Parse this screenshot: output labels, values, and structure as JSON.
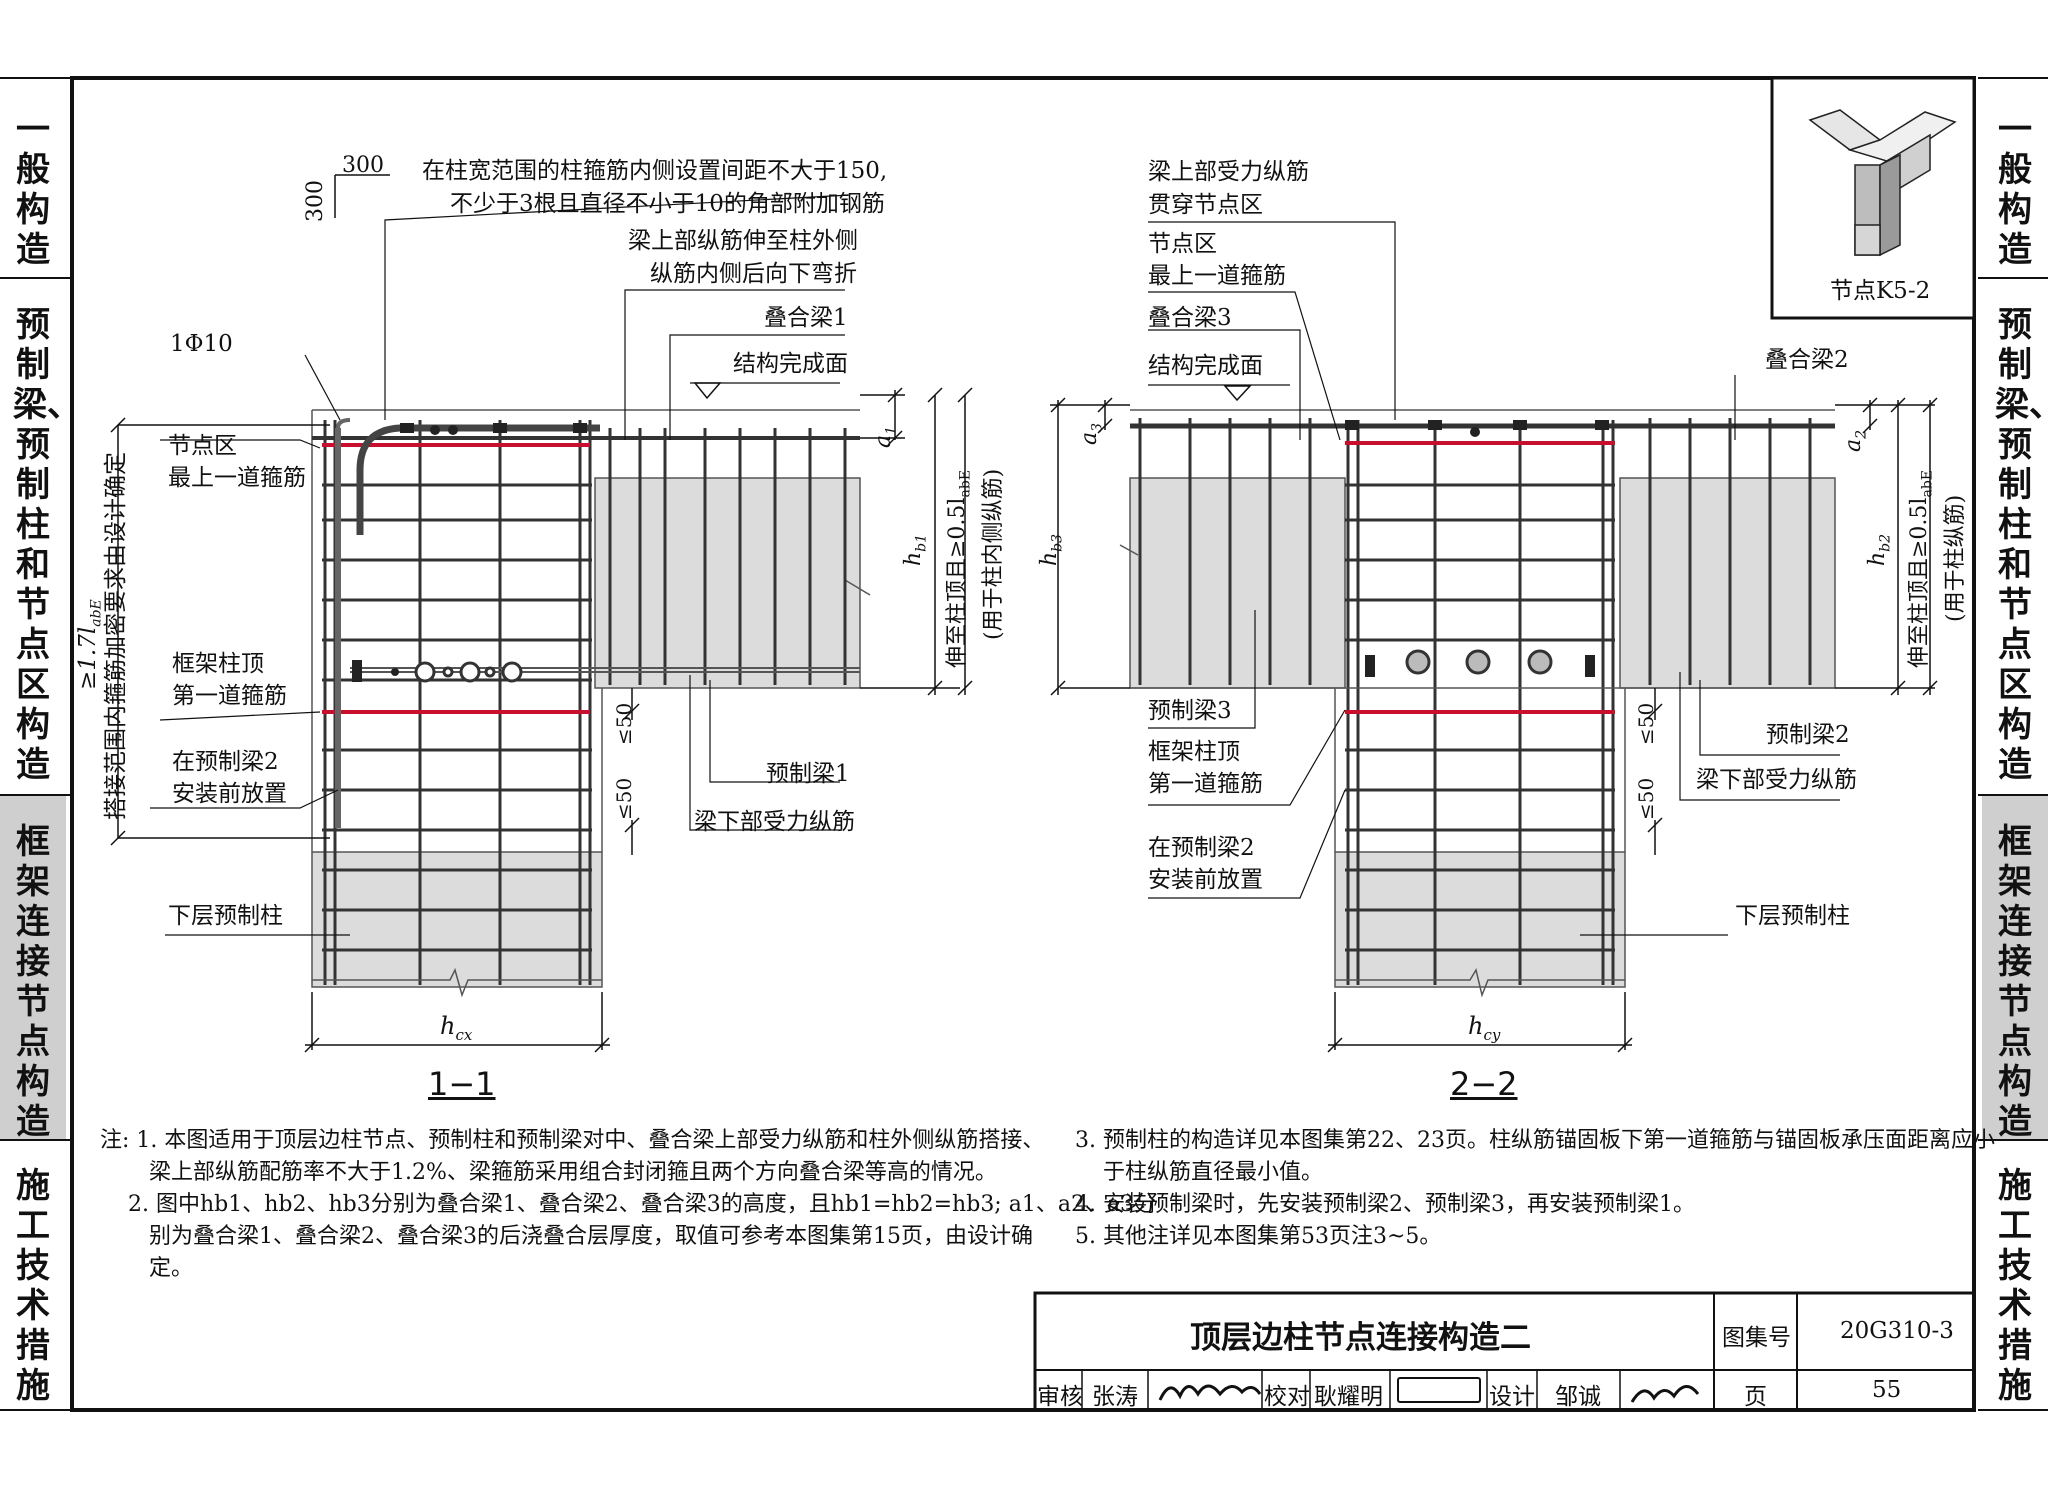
{
  "side_tabs_left": [
    {
      "label": "一般构造",
      "active": false
    },
    {
      "label": "预制梁、预制柱和节点区构造",
      "active": false
    },
    {
      "label": "框架连接节点构造",
      "active": true
    },
    {
      "label": "施工技术措施",
      "active": false
    }
  ],
  "side_tabs_right": [
    {
      "label": "一般构造",
      "active": false
    },
    {
      "label": "预制梁、预制柱和节点区构造",
      "active": false
    },
    {
      "label": "框架连接节点构造",
      "active": true
    },
    {
      "label": "施工技术措施",
      "active": false
    }
  ],
  "node_thumbnail": {
    "label": "节点K5-2"
  },
  "section1": {
    "title": "1−1",
    "dim_300_h": "300",
    "dim_300_v": "300",
    "note_corner_bars_1": "在柱宽范围的柱箍筋内侧设置间距不大于150,",
    "note_corner_bars_2": "不少于3根且直径不小于10的角部附加钢筋",
    "note_top_bars_1": "梁上部纵筋伸至柱外侧",
    "note_top_bars_2": "纵筋内侧后向下弯折",
    "composite_beam": "叠合梁1",
    "finish_surface": "结构完成面",
    "phi10": "1Φ10",
    "node_top_stirrup_1": "节点区",
    "node_top_stirrup_2": "最上一道箍筋",
    "lap_range": "搭接范围内箍筋加密要求由设计确定",
    "lap_length": "≥1.7l",
    "lap_length_sub": "abE",
    "col_top_stirrup_1": "框架柱顶",
    "col_top_stirrup_2": "第一道箍筋",
    "before_install_1": "在预制梁2",
    "before_install_2": "安装前放置",
    "lower_column": "下层预制柱",
    "precast_beam": "预制梁1",
    "bottom_bars": "梁下部受力纵筋",
    "a_label": "a",
    "a_sub": "1",
    "h_label": "h",
    "h_sub": "b1",
    "extend_1": "伸至柱顶且≥0.5l",
    "extend_sub": "abE",
    "extend_2": "(用于柱内侧纵筋)",
    "le50_a": "≤50",
    "le50_b": "≤50",
    "hc_label": "h",
    "hc_sub": "cx"
  },
  "section2": {
    "title": "2−2",
    "through_bars_1": "梁上部受力纵筋",
    "through_bars_2": "贯穿节点区",
    "node_top_stirrup_1": "节点区",
    "node_top_stirrup_2": "最上一道箍筋",
    "composite_beam3": "叠合梁3",
    "finish_surface": "结构完成面",
    "composite_beam2": "叠合梁2",
    "a3_label": "a",
    "a3_sub": "3",
    "a2_label": "a",
    "a2_sub": "2",
    "hb3_label": "h",
    "hb3_sub": "b3",
    "hb2_label": "h",
    "hb2_sub": "b2",
    "extend_1": "伸至柱顶且≥0.5l",
    "extend_sub": "abE",
    "extend_2": "(用于柱纵筋)",
    "precast_beam3": "预制梁3",
    "col_top_stirrup_1": "框架柱顶",
    "col_top_stirrup_2": "第一道箍筋",
    "before_install_1": "在预制梁2",
    "before_install_2": "安装前放置",
    "precast_beam2": "预制梁2",
    "bottom_bars": "梁下部受力纵筋",
    "lower_column": "下层预制柱",
    "le50_a": "≤50",
    "le50_b": "≤50",
    "hc_label": "h",
    "hc_sub": "cy"
  },
  "notes_left": [
    "注: 1. 本图适用于顶层边柱节点、预制柱和预制梁对中、叠合梁上部受力纵筋和柱外侧纵筋搭接、",
    "       梁上部纵筋配筋率不大于1.2%、梁箍筋采用组合封闭箍且两个方向叠合梁等高的情况。",
    "    2. 图中hb1、hb2、hb3分别为叠合梁1、叠合梁2、叠合梁3的高度，且hb1=hb2=hb3; a1、a2、a3分",
    "       别为叠合梁1、叠合梁2、叠合梁3的后浇叠合层厚度，取值可参考本图集第15页，由设计确",
    "       定。"
  ],
  "notes_right": [
    "3. 预制柱的构造详见本图集第22、23页。柱纵筋锚固板下第一道箍筋与锚固板承压面距离应小",
    "    于柱纵筋直径最小值。",
    "4. 安装预制梁时，先安装预制梁2、预制梁3，再安装预制梁1。",
    "5. 其他注详见本图集第53页注3~5。"
  ],
  "title_block": {
    "title": "顶层边柱节点连接构造二",
    "atlas_label": "图集号",
    "atlas_no": "20G310-3",
    "review_label": "审核",
    "reviewer": "张涛",
    "check_label": "校对",
    "checker": "耿耀明",
    "design_label": "设计",
    "designer": "邹诚",
    "page_label": "页",
    "page_no": "55"
  },
  "colors": {
    "red_line": "#c8102e",
    "concrete": "#d9d9d9",
    "active_tab": "#cfcfcf",
    "rebar": "#333333"
  }
}
